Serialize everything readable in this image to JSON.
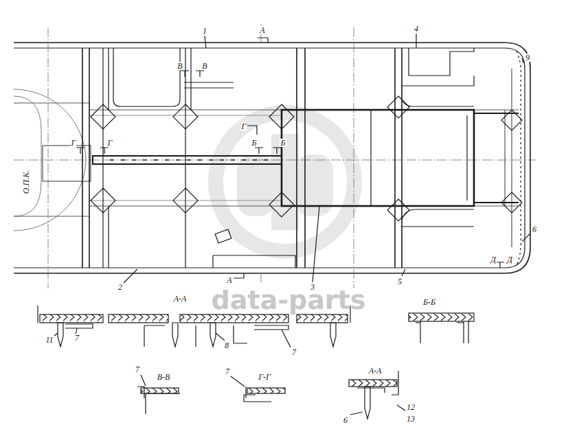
{
  "diagram": {
    "labels": [
      "1",
      "А",
      "4",
      "9",
      "В",
      "В",
      "Г",
      "Г",
      "Г",
      "Б",
      "Б",
      "О.П.К.",
      "2",
      "3",
      "5",
      "6",
      "Д",
      "Д",
      "А",
      "А-А",
      "Б-Б",
      "11",
      "7",
      "8",
      "7",
      "В-В",
      "Г-Г",
      "7",
      "7",
      "А-А",
      "6",
      "12",
      "13",
      "data-parts"
    ]
  }
}
